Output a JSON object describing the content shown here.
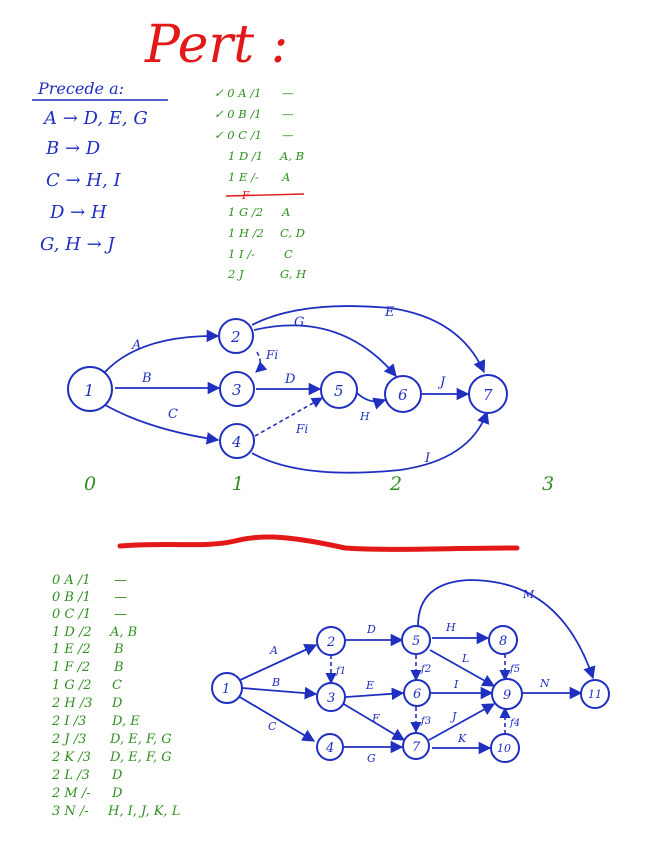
{
  "title": "Pert :",
  "precede": {
    "heading": "Precede a:",
    "rules": [
      "A → D, E, G",
      "B → D",
      "C → H, I",
      "D → H",
      "G, H → J"
    ]
  },
  "table1": [
    {
      "text": "✓ 0 A /1",
      "deps": "—"
    },
    {
      "text": "✓ 0 B /1",
      "deps": "—"
    },
    {
      "text": "✓ 0 C /1",
      "deps": "—"
    },
    {
      "text": "1 D /1",
      "deps": "A, B"
    },
    {
      "text": "1 E /-",
      "deps": "A"
    },
    {
      "text": "F",
      "deps": ""
    },
    {
      "text": "1 G /2",
      "deps": "A"
    },
    {
      "text": "1 H /2",
      "deps": "C, D"
    },
    {
      "text": "1 I /-",
      "deps": "C"
    },
    {
      "text": "2 J",
      "deps": "G, H"
    }
  ],
  "graph1": {
    "nodes": [
      "1",
      "2",
      "3",
      "5",
      "6",
      "7",
      "4"
    ],
    "edge_labels": [
      "A",
      "B",
      "C",
      "D",
      "E",
      "G",
      "Fi",
      "Fi",
      "H",
      "J",
      "I"
    ],
    "levels": [
      "0",
      "1",
      "2",
      "3"
    ]
  },
  "table2": [
    {
      "text": "0 A /1",
      "deps": "—"
    },
    {
      "text": "0 B /1",
      "deps": "—"
    },
    {
      "text": "0 C /1",
      "deps": "—"
    },
    {
      "text": "1 D /2",
      "deps": "A, B"
    },
    {
      "text": "1 E /2",
      "deps": "B"
    },
    {
      "text": "1 F /2",
      "deps": "B"
    },
    {
      "text": "1 G /2",
      "deps": "C"
    },
    {
      "text": "2 H /3",
      "deps": "D"
    },
    {
      "text": "2 I /3",
      "deps": "D, E"
    },
    {
      "text": "2 J /3",
      "deps": "D, E, F, G"
    },
    {
      "text": "2 K /3",
      "deps": "D, E, F, G"
    },
    {
      "text": "2 L /3",
      "deps": "D"
    },
    {
      "text": "2 M /-",
      "deps": "D"
    },
    {
      "text": "3 N /-",
      "deps": "H, I, J, K, L"
    }
  ],
  "graph2": {
    "nodes": [
      "1",
      "2",
      "3",
      "4",
      "5",
      "6",
      "7",
      "8",
      "9",
      "10",
      "11"
    ],
    "edge_labels": [
      "A",
      "B",
      "C",
      "D",
      "E",
      "F",
      "G",
      "H",
      "I",
      "J",
      "K",
      "L",
      "M",
      "N",
      "f1",
      "f2",
      "f3",
      "f4",
      "f5"
    ]
  },
  "colors": {
    "ink": "#1f2fbf",
    "green": "#2f8f1f",
    "red": "#e31818"
  }
}
